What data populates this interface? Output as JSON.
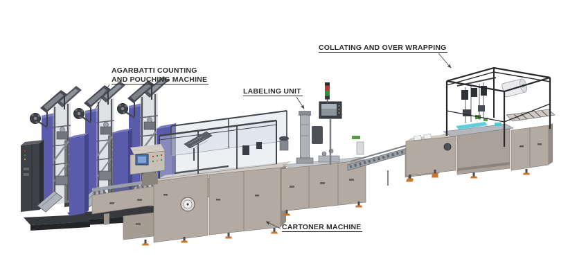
{
  "scene": {
    "background": "#ffffff",
    "labels": {
      "pouching_line1": "AGARBATTI COUNTING",
      "pouching_line2": "AND POUCHING MACHINE",
      "labeling": "LABELING UNIT",
      "collating": "COLLATING AND OVER WRAPPING",
      "cartoner": "CARTONER MACHINE"
    },
    "machines": [
      {
        "name": "agarbatti-counting-and-pouching-machine",
        "visible_units": 3
      },
      {
        "name": "cartoner-machine",
        "visible_units": 1
      },
      {
        "name": "labeling-unit",
        "visible_units": 1
      },
      {
        "name": "collating-and-over-wrapping-machine",
        "visible_units": 1
      }
    ],
    "colors": {
      "label_text": "#2b2b2b",
      "leader_line": "#4a4a4a",
      "cabinet_beige": "#b3aaa1",
      "cabinet_beige_light": "#d3ccc4",
      "cabinet_beige_dark": "#948b82",
      "pouching_blue": "#5b5bab",
      "pouching_blue_dark": "#45458c",
      "frame_dark": "#3a3d42",
      "metal_gray": "#9ba0a8",
      "acrylic_guard": "rgba(205,215,222,0.38)",
      "foot_orange": "#c8772b",
      "accent_cyan": "#4fc8d6",
      "accent_green": "#4c8a3c",
      "signal_red": "#c23430",
      "signal_green": "#35913a",
      "hmi_screen_blue": "#4a6fae"
    }
  }
}
